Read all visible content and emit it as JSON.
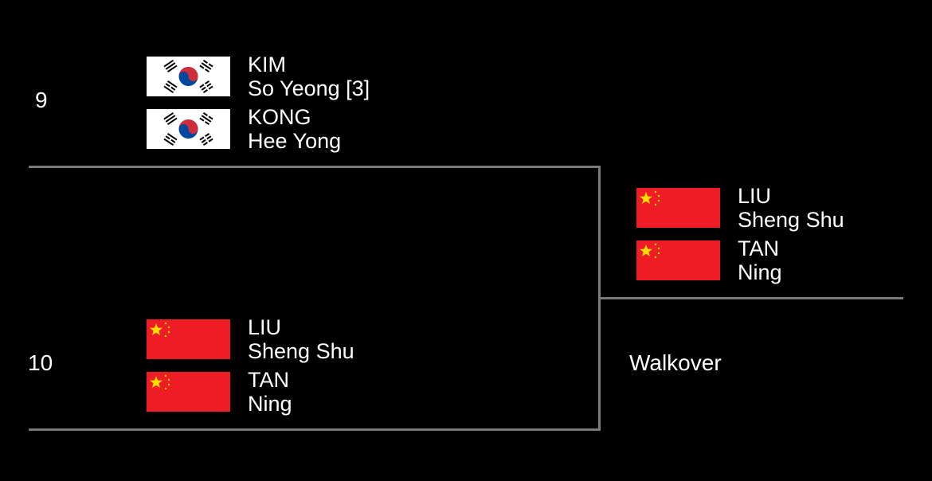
{
  "matches": [
    {
      "seed": "9",
      "players": [
        {
          "surname": "KIM",
          "given": "So Yeong [3]",
          "flag": "korea-flag-icon"
        },
        {
          "surname": "KONG",
          "given": "Hee Yong",
          "flag": "korea-flag-icon"
        }
      ]
    },
    {
      "seed": "10",
      "players": [
        {
          "surname": "LIU",
          "given": "Sheng Shu",
          "flag": "china-flag-icon"
        },
        {
          "surname": "TAN",
          "given": "Ning",
          "flag": "china-flag-icon"
        }
      ]
    }
  ],
  "winner": {
    "players": [
      {
        "surname": "LIU",
        "given": "Sheng Shu",
        "flag": "china-flag-icon"
      },
      {
        "surname": "TAN",
        "given": "Ning",
        "flag": "china-flag-icon"
      }
    ],
    "result": "Walkover"
  },
  "colors": {
    "background": "#000000",
    "bracket_line": "#7a7a7a",
    "china_red": "#ee1c25",
    "china_star": "#ffde00",
    "korea_red": "#cd2e3a",
    "korea_blue": "#0047a0"
  }
}
